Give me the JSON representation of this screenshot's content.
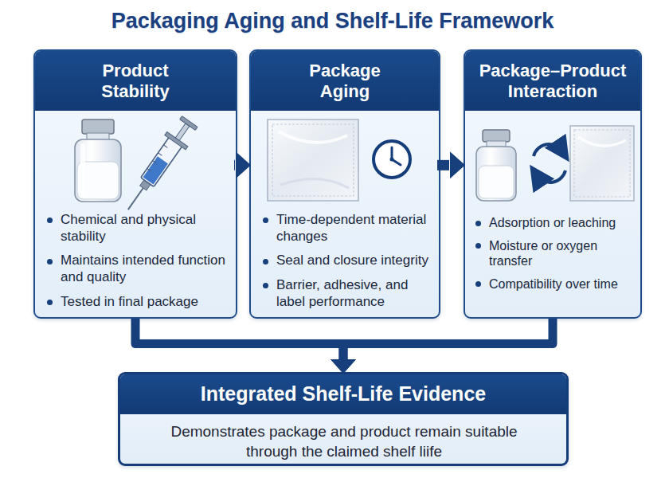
{
  "diagram": {
    "title": "Packaging Aging and Shelf-Life Framework",
    "nodes": [
      {
        "text": [
          "Product Stability",
          "Chemical and physical stability",
          "Maintains intended function and quality",
          "Tested in final package"
        ]
      },
      {
        "text": [
          "Package Aging",
          "Time-dependent material changes",
          "Seal and closure integrity",
          "Barrier, adhesive, and label performance"
        ]
      },
      {
        "text": [
          "Package–Product Interaction",
          "Adsorption or leaching",
          "Moisture or oxygen transfer",
          "Compatibility over time"
        ]
      },
      {
        "text": [
          "Integrated Shelf-Life Evidence",
          "Demonstrates package and product remain suitable through the claimed shelf liife"
        ]
      }
    ],
    "edges": [
      {
        "from": 0,
        "to": 1,
        "arrow": "to"
      },
      {
        "from": 1,
        "to": 2,
        "arrow": "to"
      },
      {
        "from": 0,
        "to": 3,
        "arrow": "to"
      },
      {
        "from": 2,
        "to": 3,
        "arrow": "to"
      }
    ]
  }
}
